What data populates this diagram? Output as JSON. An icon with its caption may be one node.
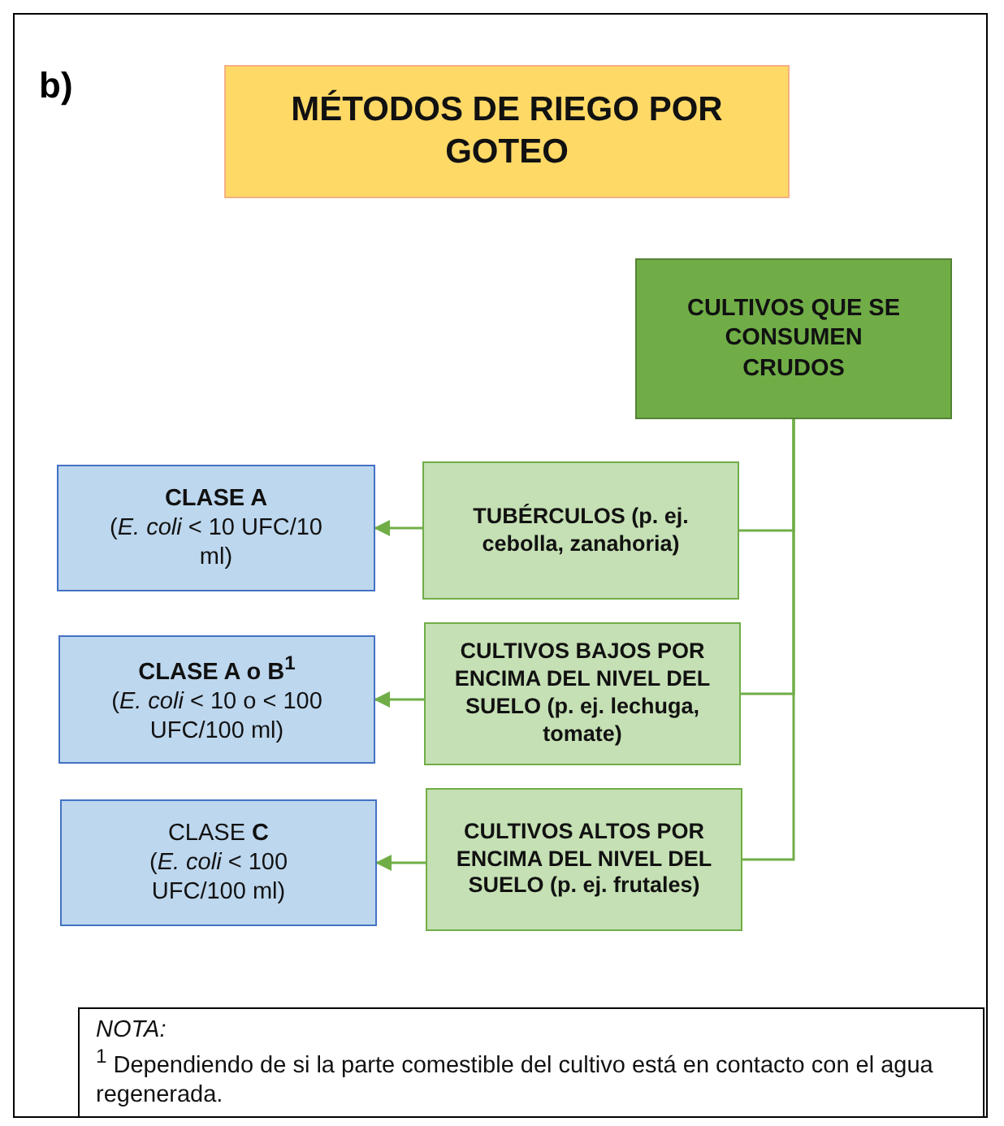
{
  "diagram": {
    "nodes": [
      {
        "text": [
          "MÉTODOS DE RIEGO POR GOTEO"
        ]
      },
      {
        "text": [
          "CULTIVOS QUE SE CONSUMEN CRUDOS"
        ]
      },
      {
        "text": [
          "TUBÉRCULOS (p. ej. cebolla, zanahoria)"
        ]
      },
      {
        "text": [
          "CULTIVOS BAJOS POR ENCIMA DEL NIVEL DEL SUELO (p. ej. lechuga, tomate)"
        ]
      },
      {
        "text": [
          "CULTIVOS ALTOS POR ENCIMA DEL NIVEL DEL SUELO (p. ej. frutales)"
        ]
      },
      {
        "text": [
          "CLASE A",
          "(*E. coli* < 10 UFC/10 ml)"
        ]
      },
      {
        "text": [
          "CLASE A o B$^{1}$",
          "(*E. coli* < 10 o < 100 UFC/100 ml)"
        ]
      },
      {
        "text": [
          "CLASE **C**",
          "(*E. coli* < 100 UFC/100 ml)"
        ]
      },
      {
        "text": [
          "NOTA:",
          "$^{1}$ Dependiendo de si la parte comestible del cultivo está en contacto con el agua regenerada."
        ]
      }
    ],
    "edges": [
      {
        "from": 1,
        "to": 2,
        "arrow": "none"
      },
      {
        "from": 1,
        "to": 3,
        "arrow": "none"
      },
      {
        "from": 1,
        "to": 4,
        "arrow": "none"
      },
      {
        "from": 2,
        "to": 5,
        "arrow": "to"
      },
      {
        "from": 3,
        "to": 6,
        "arrow": "to"
      },
      {
        "from": 4,
        "to": 7,
        "arrow": "to"
      }
    ],
    "labels": [
      "b)"
    ]
  }
}
